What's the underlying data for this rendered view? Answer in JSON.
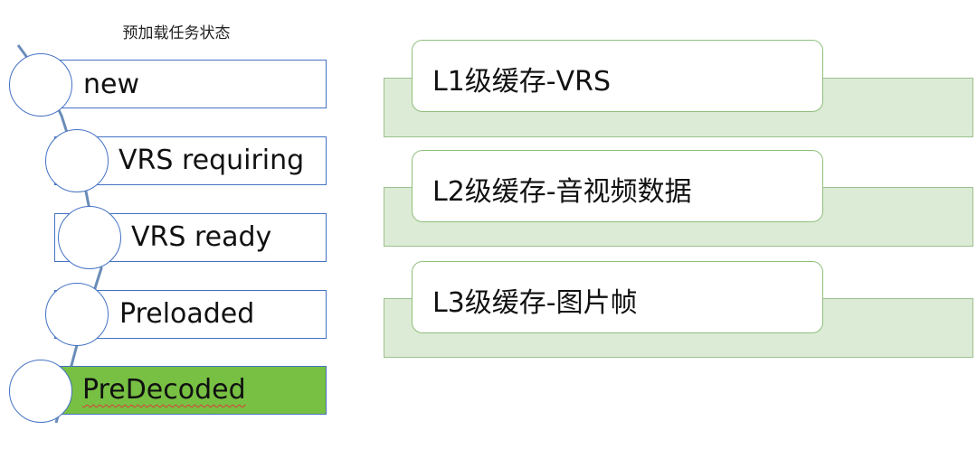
{
  "diagram": {
    "title": "预加载任务状态",
    "states": [
      {
        "label": "new",
        "active": false
      },
      {
        "label": "VRS requiring",
        "active": false
      },
      {
        "label": "VRS ready",
        "active": false
      },
      {
        "label": "Preloaded",
        "active": false
      },
      {
        "label": "PreDecoded",
        "active": true
      }
    ],
    "cache_levels": [
      {
        "label": "L1级缓存-VRS"
      },
      {
        "label": "L2级缓存-音视频数据"
      },
      {
        "label": "L3级缓存-图片帧"
      }
    ]
  },
  "colors": {
    "outline": "#4472c4",
    "active_fill": "#77c043",
    "cache_bg": "#dcebd6",
    "cache_border": "#8fbf7c",
    "connector": "#6b8db8"
  }
}
